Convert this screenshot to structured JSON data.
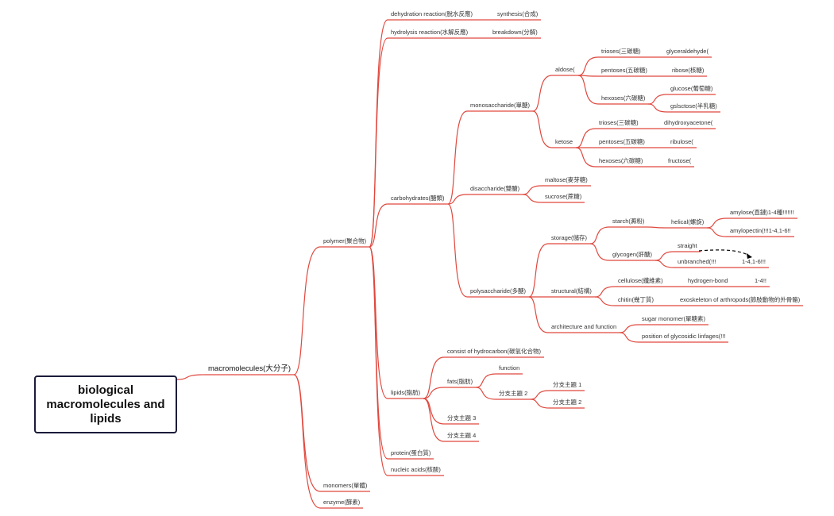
{
  "root_topic": "biological macromolecules and lipids",
  "nodes": {
    "macromolecules": "macromolecules(大分子)",
    "polymer": "polymer(聚合物)",
    "monomers": "monomers(單體)",
    "enzyme": "enzyme(酵素)",
    "dehydration": "dehydration reaction(脫水反應)",
    "synthesis": "synthesis(合成)",
    "hydrolysis": "hydrolysis reaction(水解反應)",
    "breakdown": "breakdown(分解)",
    "carbohydrates": "carbohydrates(醣類)",
    "lipids": "lipids(脂肪)",
    "protein": "protein(蛋白質)",
    "nucleic": "nucleic acids(核酸)",
    "monosaccharide": "monosaccharide(單醣)",
    "disaccharide": "disaccharide(雙醣)",
    "polysaccharide": "polysaccharide(多醣)",
    "aldose": "aldose(",
    "ketose": "ketose",
    "trioses_a": "trioses(三碳糖)",
    "pentoses_a": "pentoses(五碳糖)",
    "hexoses_a": "hexoses(六碳糖)",
    "glyceraldehyde": "glyceraldehyde(",
    "ribose": "ribose(核糖)",
    "glucose": "glucose(葡萄糖)",
    "galactose": "gslsctose(半乳糖)",
    "trioses_k": "trioses(三碳糖)",
    "pentoses_k": "pentoses(五碳糖)",
    "hexoses_k": "hexoses(六碳糖)",
    "dihydroxyacetone": "dihydroxyacetone(",
    "ribulose": "ribulose(",
    "fructose": "fructose(",
    "maltose": "maltose(麥芽糖)",
    "sucrose": "sucrose(蔗糖)",
    "storage": "storage(儲存)",
    "structural": "structural(結構)",
    "architecture": "architecture and function",
    "starch": "starch(澱粉)",
    "glycogen": "glycogen(肝醣)",
    "helical": "helical(螺旋)",
    "amylose": "amylose(直鏈)1-4種!!!!!!!",
    "amylopectin": "amylopectin(!!!1-4,1-6!!",
    "straight": "straight",
    "unbranched": "unbranched(!!!",
    "bond_1416": "1-4,1-6!!!",
    "cellulose": "cellulose(纖維素)",
    "hydrogen_bond": "hydrogen-bond",
    "bond_14": "1-4!!",
    "chitin": "chitin(幾丁質)",
    "exoskeleton": "exoskeleton of arthropods(節肢動物的外骨骼)",
    "sugar_monomer": "sugar monomer(單糖素)",
    "glycosidic": "position of glycosidic linfages(!!!",
    "hydrocarbon": "consist of hydrocarbon(碳氫化合物)",
    "fats": "fats(脂肪)",
    "function": "function",
    "sub2": "分支主題 2",
    "sub2_1": "分支主題 1",
    "sub2_2": "分支主題 2",
    "sub3": "分支主題 3",
    "sub4": "分支主題 4"
  },
  "colors": {
    "branch_line": "#e0483e",
    "root_border": "#1b1b3a",
    "dashed_arrow": "#000000"
  }
}
